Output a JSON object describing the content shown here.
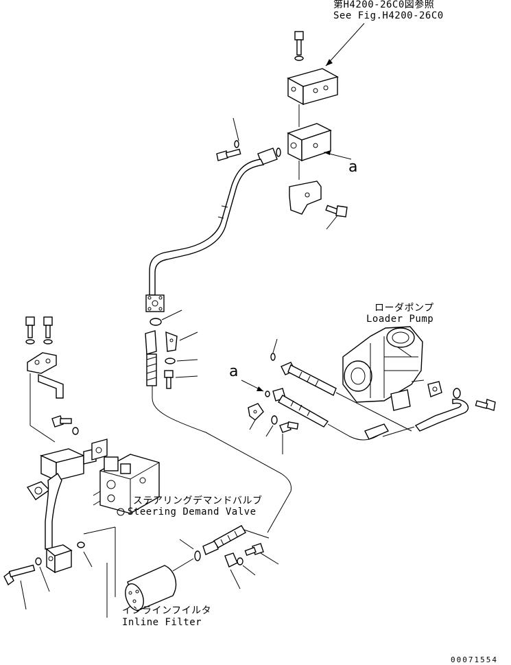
{
  "labels": {
    "ref_jp": "第H4200-26C0図参照",
    "ref_en": "See Fig.H4200-26C0",
    "marker_a_upper": "a",
    "marker_a_lower": "a",
    "loader_pump_jp": "ローダポンプ",
    "loader_pump_en": "Loader Pump",
    "steering_valve_jp": "ステアリングデマンドバルブ",
    "steering_valve_en": "Steering Demand Valve",
    "inline_filter_jp": "インラインフイルタ",
    "inline_filter_en": "Inline Filter",
    "drawing_number": "00071554"
  }
}
